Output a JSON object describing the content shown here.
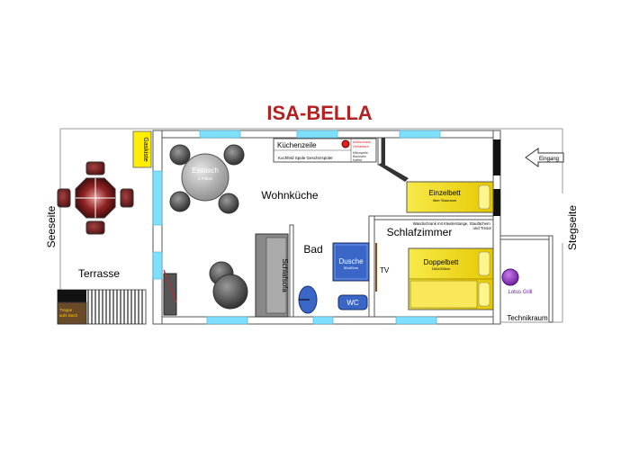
{
  "title": "ISA-BELLA",
  "side_labels": {
    "left": "Seeseite",
    "right": "Stegseite"
  },
  "rooms": {
    "terrace": "Terrasse",
    "kitchen_living": "Wohnküche",
    "bath": "Bad",
    "bedroom": "Schlafzimmer",
    "technical_room": "Technikraum"
  },
  "furniture": {
    "gas_box": "Gaskiste",
    "dining_table": "Esstisch",
    "dining_table_sub": "4 Plätze",
    "kitchenette": "Küchenzeile",
    "kitchen_items": "Kochfeld  Spüle  Geschirrspüler",
    "fridge_note_1": "Kühlschrank",
    "fridge_note_2": "Gefrierfach",
    "kitchen_side_notes": [
      "Mikrowelle",
      "Backofen",
      "Kaffee"
    ],
    "sofa_bed": "Schlafsofa",
    "shower": "Dusche",
    "shower_sub": "80x80cm",
    "wc": "WC",
    "tv": "TV",
    "single_bed": "Einzelbett",
    "single_bed_sub": "über Stauraum",
    "double_bed": "Doppelbett",
    "double_bed_sub": "160x200cm",
    "wardrobe_note_1": "Wandschrank mit Kleiderstange, Staufächern",
    "wardrobe_note_2": "und Tresor",
    "grill": "Lotus Grill",
    "entrance": "Eingang",
    "stair_note_1": "Treppe",
    "stair_note_2": "aufs Dach"
  },
  "colors": {
    "title": "#b22222",
    "wall": "#ffffff",
    "wall_outline": "#555555",
    "window": "#7fdfff",
    "bed": "#f6e229",
    "gas_box": "#ffee00",
    "shower": "#3366cc",
    "grill": "#8e2ecf",
    "chair": "#6b1d1d",
    "grey_furniture": "#808080"
  }
}
